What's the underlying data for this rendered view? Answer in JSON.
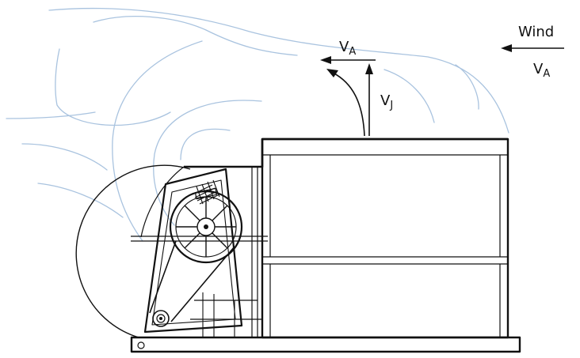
{
  "labels": {
    "wind": "Wind",
    "wind_velocity": {
      "main": "V",
      "sub": "A"
    },
    "ambient_velocity": {
      "main": "V",
      "sub": "A"
    },
    "jet_velocity": {
      "main": "V",
      "sub": "J"
    }
  },
  "colors": {
    "plume": "#a9c3df",
    "line": "#111111"
  }
}
